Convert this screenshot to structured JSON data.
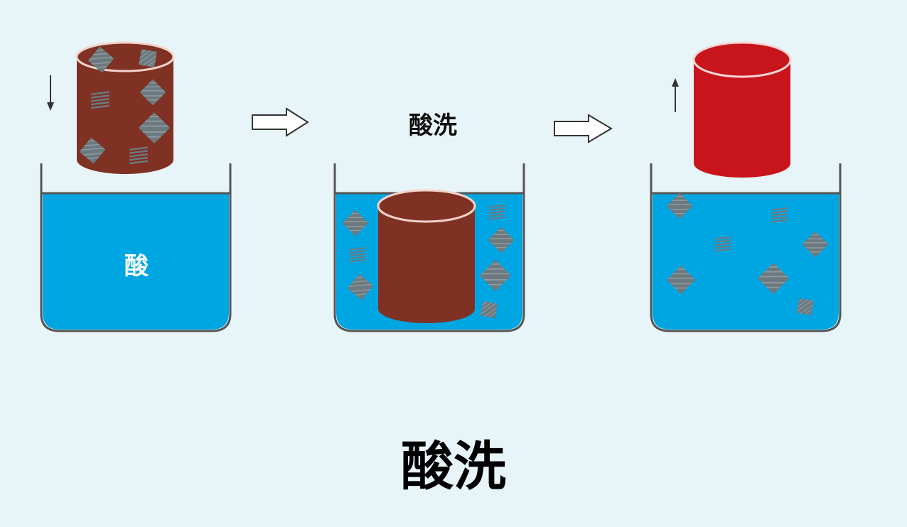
{
  "labels": {
    "acid": "酸",
    "process_mid": "酸洗",
    "title": "酸洗"
  },
  "colors": {
    "background": "#e8f5f8",
    "acid_liquid": "#00a6e2",
    "rusty_cylinder": "#7f3123",
    "clean_cylinder": "#c8141b",
    "rust_flake": "#6c7a80",
    "tank_wall": "#555555"
  },
  "steps": [
    {
      "name": "before",
      "direction": "down"
    },
    {
      "name": "pickling"
    },
    {
      "name": "after",
      "direction": "up"
    }
  ]
}
